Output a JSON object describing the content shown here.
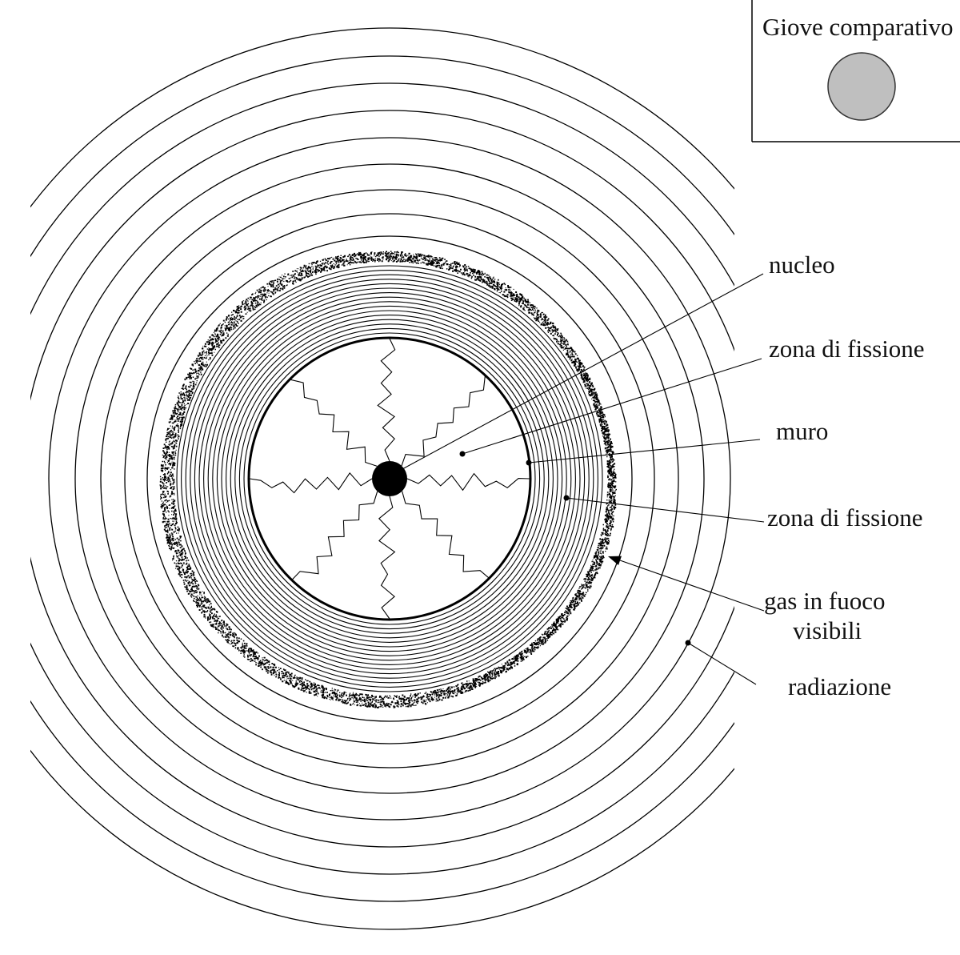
{
  "legend_box": {
    "title": "Giove comparativo",
    "jupiter_fill": "#bfbfbf"
  },
  "labels": {
    "nucleus": "nucleo",
    "fission_zone_inner": "zona di fissione",
    "wall": "muro",
    "fission_zone_outer": "zona di fissione",
    "burning_gas_line1": "gas in fuoco",
    "burning_gas_line2": "visibili",
    "radiation": "radiazione"
  },
  "colors": {
    "ink": "#000000",
    "background": "#ffffff"
  }
}
